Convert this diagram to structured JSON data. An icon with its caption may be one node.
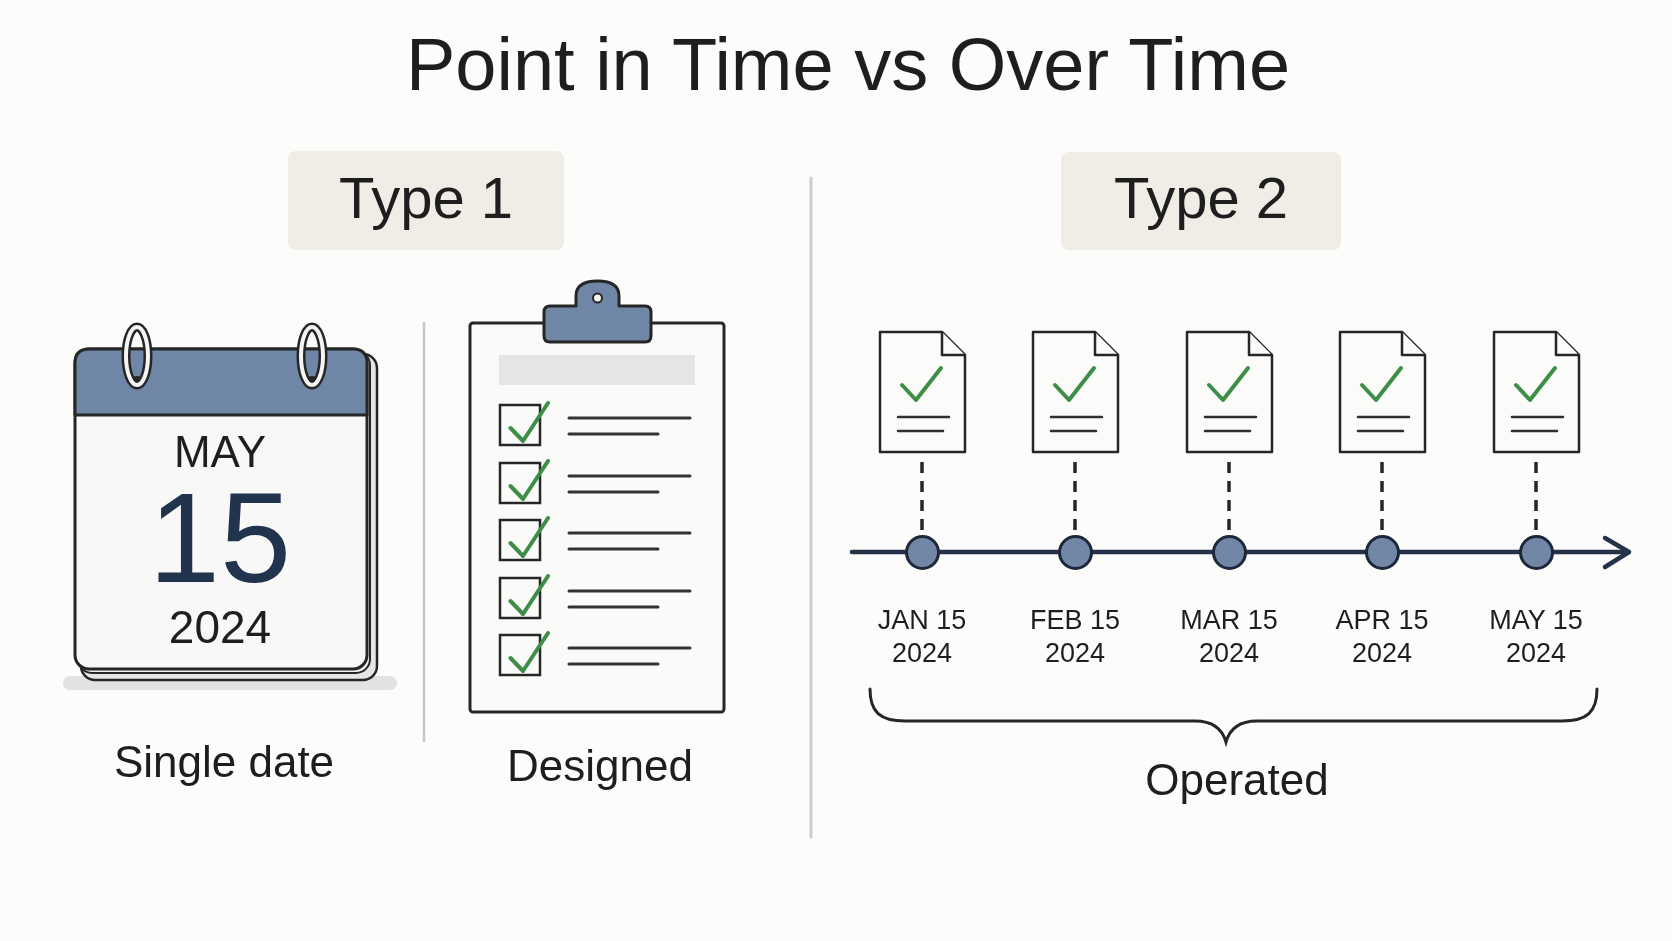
{
  "diagram": {
    "title": "Point in Time vs Over Time",
    "nodes": [
      {
        "text": [
          "Type 1"
        ]
      },
      {
        "text": [
          "Type 2"
        ]
      },
      {
        "text": [
          "MAY",
          "15",
          "2024"
        ],
        "beside": [
          "Single date"
        ]
      },
      {
        "text": [],
        "shape": "picture",
        "beside": [
          "Designed"
        ]
      },
      {
        "text": [],
        "shape": "picture"
      },
      {
        "text": [],
        "shape": "picture"
      },
      {
        "text": [],
        "shape": "picture"
      },
      {
        "text": [],
        "shape": "picture"
      },
      {
        "text": [],
        "shape": "picture"
      },
      {
        "text": [],
        "shape": "circle",
        "beside": [
          "JAN 15 2024"
        ]
      },
      {
        "text": [],
        "shape": "circle",
        "beside": [
          "FEB 15 2024"
        ]
      },
      {
        "text": [],
        "shape": "circle",
        "beside": [
          "MAR 15 2024"
        ]
      },
      {
        "text": [],
        "shape": "circle",
        "beside": [
          "APR 15 2024"
        ]
      },
      {
        "text": [],
        "shape": "circle",
        "beside": [
          "MAY 15 2024"
        ]
      }
    ],
    "edges": [
      {
        "from": 4,
        "to": 9,
        "arrow": "none",
        "style": "dashed"
      },
      {
        "from": 5,
        "to": 10,
        "arrow": "none",
        "style": "dashed"
      },
      {
        "from": 6,
        "to": 11,
        "arrow": "none",
        "style": "dashed"
      },
      {
        "from": 7,
        "to": 12,
        "arrow": "none",
        "style": "dashed"
      },
      {
        "from": 8,
        "to": 13,
        "arrow": "none",
        "style": "dashed"
      }
    ],
    "labels": [
      "Operated"
    ]
  }
}
